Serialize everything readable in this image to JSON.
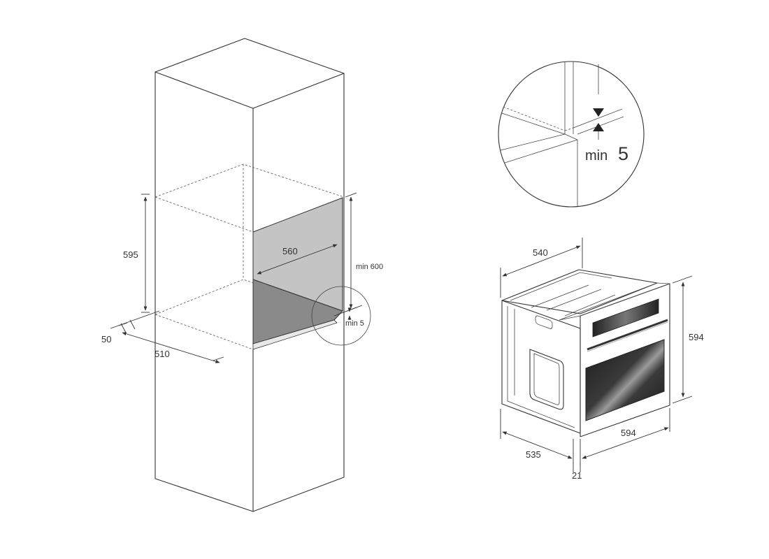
{
  "dimensions": {
    "niche_height": "595",
    "niche_width": "560",
    "cabinet_min_height": "min 600",
    "gap_min": "min 5",
    "vent_depth": "50",
    "niche_depth": "510",
    "detail_gap": "min",
    "detail_gap_value": "5",
    "oven_depth_top": "540",
    "oven_height": "594",
    "oven_width": "594",
    "oven_body_depth": "535",
    "oven_front_thickness": "21"
  },
  "colors": {
    "line": "#333333",
    "niche_back": "#c4c4c4",
    "niche_floor": "#8a8a8a",
    "glass": "#2a2a2a"
  }
}
